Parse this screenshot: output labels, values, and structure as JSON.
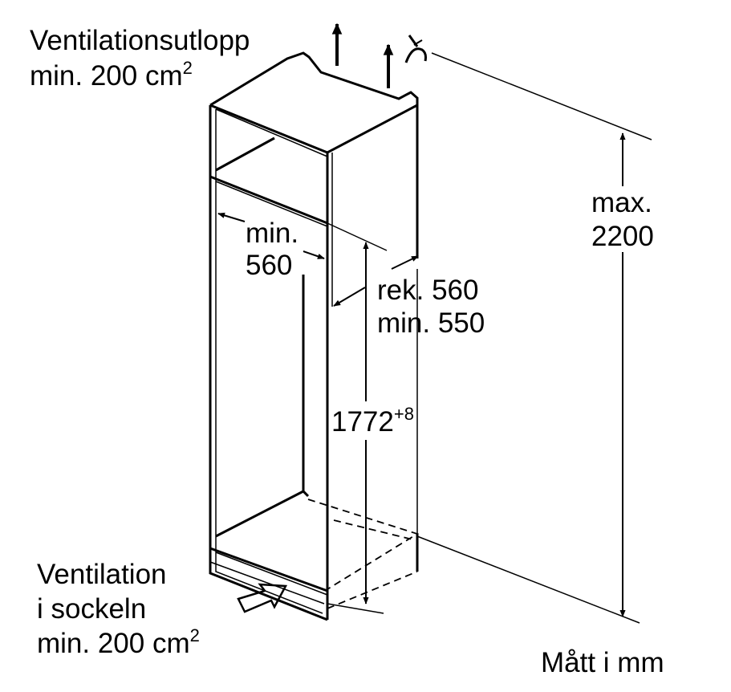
{
  "labels": {
    "top_vent_line1": "Ventilationsutlopp",
    "top_vent_line2": "min. 200 cm",
    "top_vent_sup": "2",
    "width_line1": "min.",
    "width_line2": "560",
    "depth_line1": "rek. 560",
    "depth_line2": "min. 550",
    "niche_height": "1772",
    "niche_height_sup": "+8",
    "max_height_line1": "max.",
    "max_height_line2": "2200",
    "bottom_vent_line1": "Ventilation",
    "bottom_vent_line2": "i sockeln",
    "bottom_vent_line3": "min. 200 cm",
    "bottom_vent_sup": "2",
    "units_note": "Mått i mm"
  },
  "colors": {
    "line": "#000000",
    "background": "#ffffff"
  },
  "icons": [
    "arrow-up-icon",
    "hinge-symbol-icon",
    "airflow-arrow-icon"
  ]
}
